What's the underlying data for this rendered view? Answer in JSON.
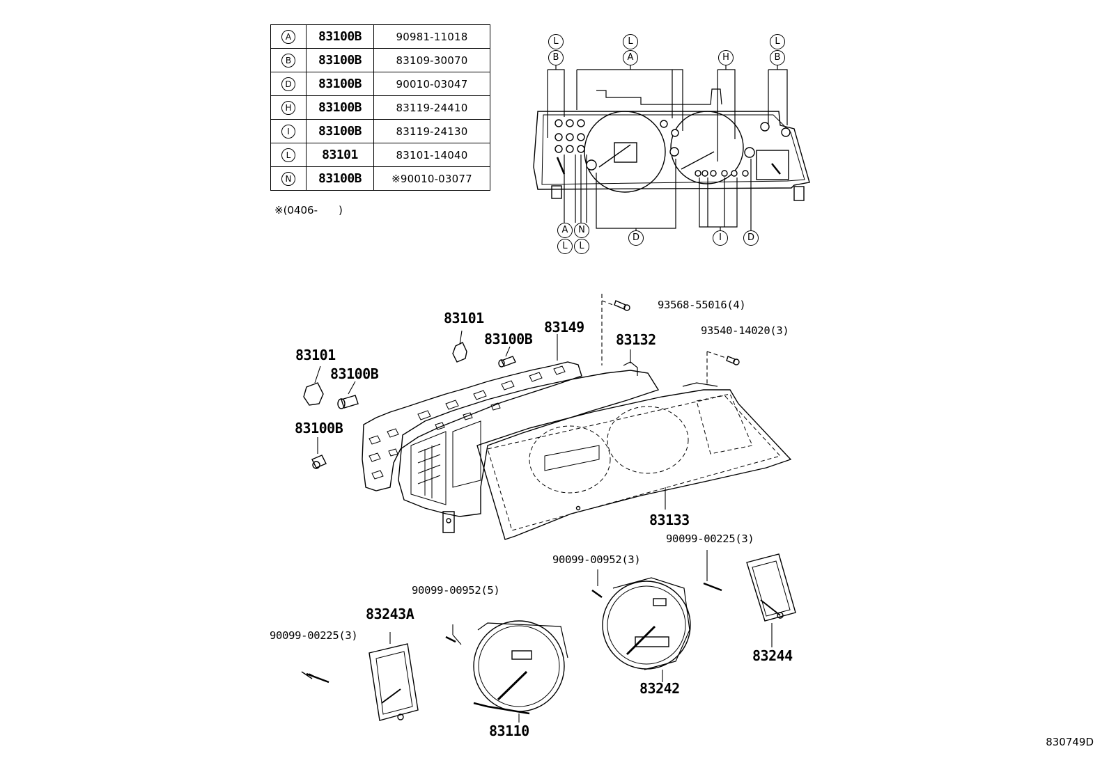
{
  "legend": {
    "rows": [
      {
        "key": "A",
        "group": "83100B",
        "part": "90981-11018"
      },
      {
        "key": "B",
        "group": "83100B",
        "part": "83109-30070"
      },
      {
        "key": "D",
        "group": "83100B",
        "part": "90010-03047"
      },
      {
        "key": "H",
        "group": "83100B",
        "part": "83119-24410"
      },
      {
        "key": "I",
        "group": "83100B",
        "part": "83119-24130"
      },
      {
        "key": "L",
        "group": "83101",
        "part": "83101-14040"
      },
      {
        "key": "N",
        "group": "83100B",
        "part": "※90010-03077"
      }
    ],
    "note": "※(0406-　　)"
  },
  "detail_labels": {
    "top_left_L": "L",
    "top_left_B": "B",
    "top_mid_L": "L",
    "top_mid_A": "A",
    "top_H": "H",
    "top_right_L": "L",
    "top_right_B": "B",
    "bot_A": "A",
    "bot_N": "N",
    "bot_L1": "L",
    "bot_L2": "L",
    "bot_D1": "D",
    "bot_I": "I",
    "bot_D2": "D"
  },
  "callouts": {
    "p83101_a": "83101",
    "p83100B_a": "83100B",
    "p83149": "83149",
    "p83132": "83132",
    "s93568": "93568-55016(4)",
    "s93540": "93540-14020(3)",
    "p83101_b": "83101",
    "p83100B_b": "83100B",
    "p83100B_c": "83100B",
    "p83133": "83133",
    "s90099_225_r": "90099-00225(3)",
    "s90099_952_3": "90099-00952(3)",
    "s90099_952_5": "90099-00952(5)",
    "p83243A": "83243A",
    "s90099_225_l": "90099-00225(3)",
    "p83244": "83244",
    "p83242": "83242",
    "p83110": "83110"
  },
  "figure_id": "830749D"
}
